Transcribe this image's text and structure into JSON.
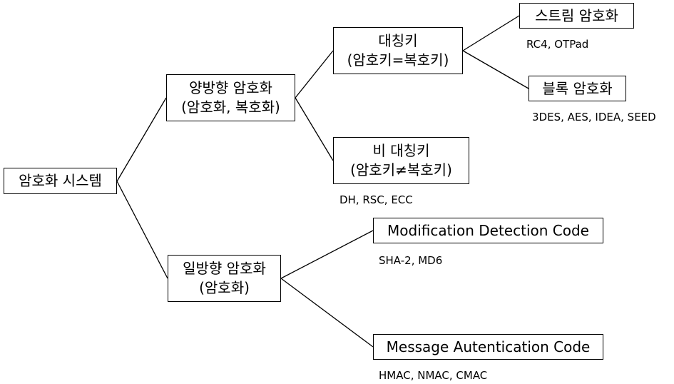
{
  "nodes": {
    "root": {
      "line1": "암호화 시스템"
    },
    "two": {
      "line1": "양방향 암호화",
      "line2": "(암호화, 복호화)"
    },
    "one": {
      "line1": "일방향 암호화",
      "line2": "(암호화)"
    },
    "sym": {
      "line1": "대칭키",
      "line2": "(암호키=복호키)"
    },
    "asym": {
      "line1": "비 대칭키",
      "line2": "(암호키≠복호키)"
    },
    "stream": {
      "line1": "스트림 암호화"
    },
    "block": {
      "line1": "블록 암호화"
    },
    "mdc": {
      "line1": "Modification Detection Code"
    },
    "mac": {
      "line1": "Message Autentication Code"
    }
  },
  "notes": {
    "stream": "RC4, OTPad",
    "block": "3DES, AES, IDEA, SEED",
    "asym": "DH, RSC, ECC",
    "mdc": "SHA-2, MD6",
    "mac": "HMAC, NMAC, CMAC"
  },
  "colors": {
    "line": "#000000",
    "background": "#ffffff"
  }
}
